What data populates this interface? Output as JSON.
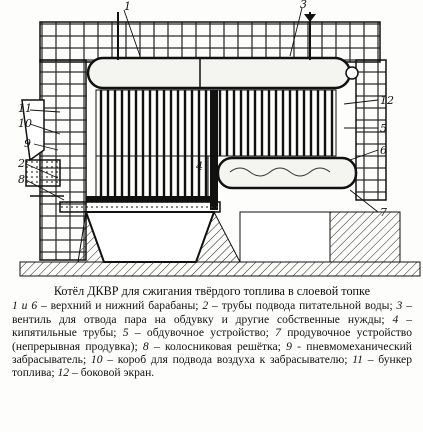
{
  "callouts": {
    "c1": "1",
    "c2": "2",
    "c3": "3",
    "c4": "4",
    "c5": "5",
    "c6": "6",
    "c7": "7",
    "c8": "8",
    "c9": "9",
    "c10": "10",
    "c11": "11",
    "c12": "12"
  },
  "caption": {
    "title": "Котёл ДКВР для сжигания твёрдого топлива в слоевой топке",
    "items": [
      {
        "num": "1 и 6",
        "text": " – верхний и нижний барабаны; "
      },
      {
        "num": "2",
        "text": " – трубы подвода питательной воды; "
      },
      {
        "num": "3",
        "text": " – вентиль для отвода пара на обдувку и другие собственные нужды; "
      },
      {
        "num": "4",
        "text": " – кипятильные трубы; "
      },
      {
        "num": "5",
        "text": " – обдувочное устройство; "
      },
      {
        "num": "7",
        "text": " продувочное устройство (непрерывная продувка); "
      },
      {
        "num": "8",
        "text": " – колосниковая решётка; "
      },
      {
        "num": "9",
        "text": " - пневмомеханический забрасыватель; "
      },
      {
        "num": "10",
        "text": " – короб для подвода воздуха к забрасывателю; "
      },
      {
        "num": "11",
        "text": " – бункер топлива; "
      },
      {
        "num": "12",
        "text": " – боковой экран."
      }
    ]
  }
}
